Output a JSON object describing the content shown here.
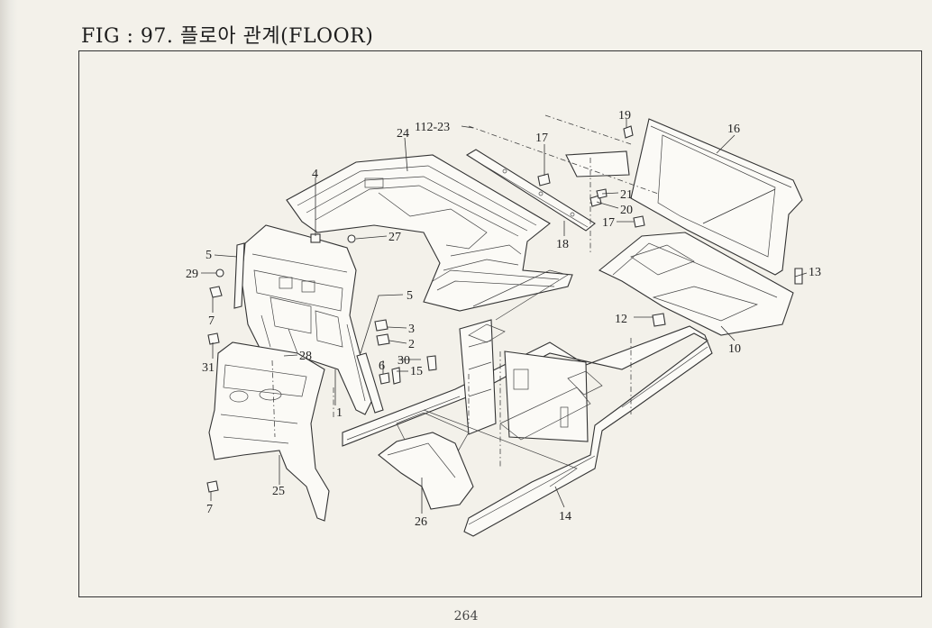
{
  "title": "FIG : 97. 플로아 관계(FLOOR)",
  "page_number": "264",
  "part_labels": [
    "1",
    "2",
    "3",
    "4",
    "5",
    "5",
    "6",
    "7",
    "7",
    "10",
    "12",
    "13",
    "14",
    "15",
    "16",
    "17",
    "17",
    "18",
    "19",
    "20",
    "21",
    "24",
    "25",
    "26",
    "27",
    "28",
    "29",
    "30",
    "31",
    "112-23"
  ]
}
